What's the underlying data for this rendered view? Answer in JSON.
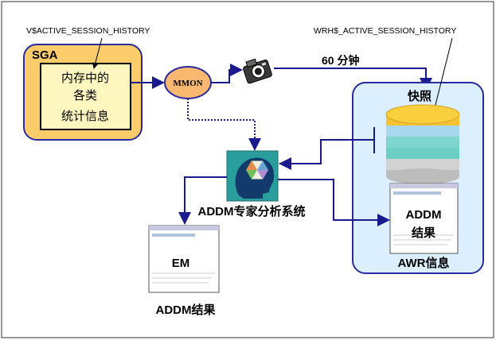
{
  "labels": {
    "vsession": "V$ACTIVE_SESSION_HISTORY",
    "wrh": "WRH$_ACTIVE_SESSION_HISTORY",
    "sga": "SGA",
    "memory_stats": [
      "内存中的",
      "各类",
      "统计信息"
    ],
    "mmon": "MMON",
    "interval": "60 分钟",
    "snapshot": "快照",
    "addm_system": "ADDM专家分析系统",
    "em": "EM",
    "addm_result_left": "ADDM结果",
    "addm_result_right": [
      "ADDM",
      "结果"
    ],
    "awr_info": "AWR信息"
  },
  "colors": {
    "sga_fill": "#fccb6a",
    "sga_inner": "#fff6c0",
    "awr_fill": "#dcefff",
    "connector": "#1a1a8c",
    "mmon_fill": "#f9b870",
    "cylinder_layers": [
      "#f6c232",
      "#a8d8f0",
      "#7fd6cf",
      "#6ccfc4",
      "#d2d2d2",
      "#bcbcbc"
    ]
  },
  "icons": [
    "camera-icon",
    "addm-head-icon",
    "database-cylinder-icon",
    "document-icon"
  ]
}
